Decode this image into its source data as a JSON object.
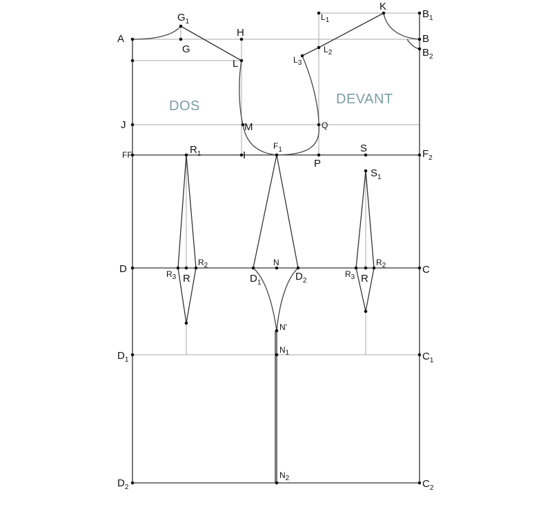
{
  "regions": {
    "back": "DOS",
    "front": "DEVANT"
  },
  "points": {
    "A": "A",
    "G1": "G",
    "G1_sub": "1",
    "G": "G",
    "H": "H",
    "L": "L",
    "J": "J",
    "M": "M",
    "FF": "FF",
    "R1": "R",
    "R1_sub": "1",
    "I": "I",
    "F1": "F",
    "F1_sub": "1",
    "P": "P",
    "S": "S",
    "F2": "F",
    "F2_sub": "2",
    "K": "K",
    "B1": "B",
    "B1_sub": "1",
    "B": "B",
    "B2": "B",
    "B2_sub": "2",
    "L1": "L",
    "L1_sub": "1",
    "L2": "L",
    "L2_sub": "2",
    "L3": "L",
    "L3_sub": "3",
    "Q": "Q",
    "S1": "S",
    "S1_sub": "1",
    "D": "D",
    "R3a": "R",
    "R3a_sub": "3",
    "Ra": "R",
    "R2a": "R",
    "R2a_sub": "2",
    "D1": "D",
    "D1_sub": "1",
    "N": "N",
    "D2": "D",
    "D2_sub": "2",
    "R3b": "R",
    "R3b_sub": "3",
    "Rb": "R",
    "R2b": "R",
    "R2b_sub": "2",
    "C": "C",
    "Nprime": "N'",
    "D1b": "D",
    "D1b_sub": "1",
    "N1": "N",
    "N1_sub": "1",
    "C1": "C",
    "C1_sub": "1",
    "D2b": "D",
    "D2b_sub": "2",
    "N2": "N",
    "N2_sub": "2",
    "C2": "C",
    "C2_sub": "2"
  }
}
